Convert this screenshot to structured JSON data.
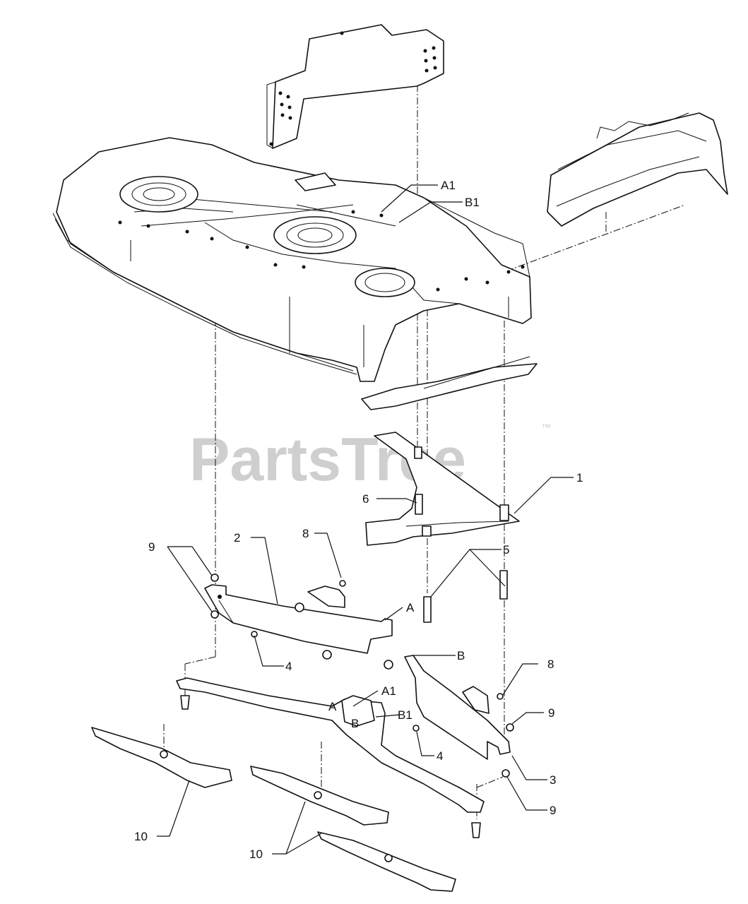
{
  "watermark": {
    "text": "PartsTree",
    "trademark": "™"
  },
  "callouts": {
    "a1_top": "A1",
    "b1_top": "B1",
    "c1": "1",
    "c6": "6",
    "c8_left": "8",
    "c9_left": "9",
    "c2": "2",
    "c5": "5",
    "a_mid": "A",
    "c4_left": "4",
    "b_mid": "B",
    "c8_right": "8",
    "a1_low": "A1",
    "a_low": "A",
    "b_low": "B",
    "b1_low": "B1",
    "c9_right": "9",
    "c4_right": "4",
    "c3": "3",
    "c9_bottom": "9",
    "c10_left": "10",
    "c10_bottom": "10"
  },
  "colors": {
    "ink": "#111111",
    "watermark": "#cfcfcf",
    "background": "#ffffff"
  }
}
